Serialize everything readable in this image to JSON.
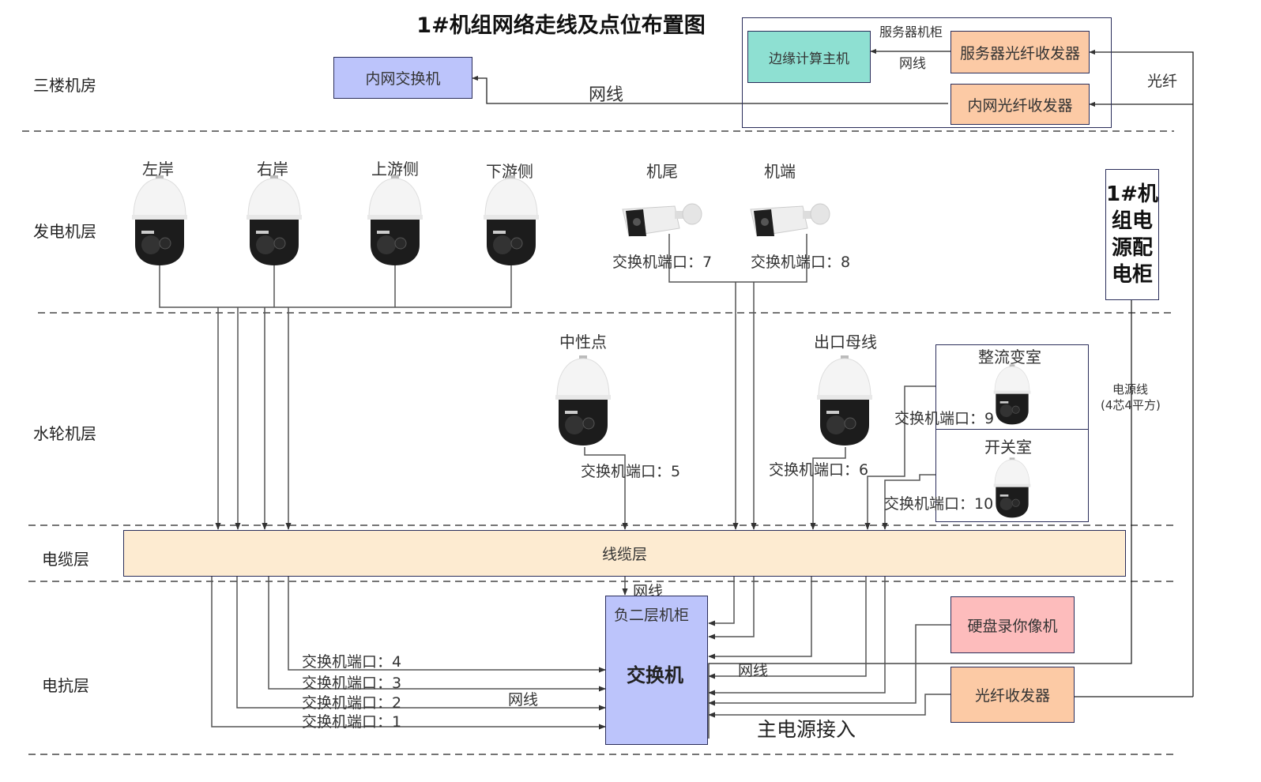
{
  "title": "1#机组网络走线及点位布置图",
  "floors": {
    "third_floor": "三楼机房",
    "generator": "发电机层",
    "turbine": "水轮机层",
    "cable": "电缆层",
    "reactor": "电抗层"
  },
  "third_floor": {
    "intranet_switch": "内网交换机",
    "network_cable_label": "网线",
    "server_cabinet": {
      "title": "服务器机柜",
      "edge_host": "边缘计算主机",
      "inner_cable_label": "网线",
      "server_fiber_transceiver": "服务器光纤收发器",
      "intranet_fiber_transceiver": "内网光纤收发器"
    },
    "fiber_label": "光纤"
  },
  "generator_cameras": [
    {
      "label": "左岸",
      "type": "dome"
    },
    {
      "label": "右岸",
      "type": "dome"
    },
    {
      "label": "上游侧",
      "type": "dome"
    },
    {
      "label": "下游侧",
      "type": "dome"
    },
    {
      "label": "机尾",
      "type": "bullet",
      "port": "交换机端口：7"
    },
    {
      "label": "机端",
      "type": "bullet",
      "port": "交换机端口：8"
    }
  ],
  "power_cabinet": {
    "label": "1#机组电源配电柜",
    "lines": [
      "1#机",
      "组电",
      "源配",
      "电柜"
    ],
    "power_cable_label": "电源线",
    "power_cable_spec": "(4芯4平方)"
  },
  "turbine_cameras": [
    {
      "label": "中性点",
      "port": "交换机端口：5"
    },
    {
      "label": "出口母线",
      "port": "交换机端口：6"
    }
  ],
  "rooms": [
    {
      "label": "整流变室",
      "port": "交换机端口：9"
    },
    {
      "label": "开关室",
      "port": "交换机端口：10"
    }
  ],
  "cable_layer": {
    "label": "线缆层"
  },
  "reactor": {
    "top_cable_label": "网线",
    "cabinet_title": "负二层机柜",
    "switch_label": "交换机",
    "ports": [
      "交换机端口：4",
      "交换机端口：3",
      "交换机端口：2",
      "交换机端口：1"
    ],
    "left_cable_label": "网线",
    "right_cable_label": "网线",
    "main_power": "主电源接入",
    "nvr": "硬盘录你像机",
    "fiber_transceiver": "光纤收发器"
  },
  "colors": {
    "switch_blue": "#bcc4fb",
    "edge_teal": "#8ee0d2",
    "transceiver_orange": "#fccaa5",
    "nvr_pink": "#fdbcbc",
    "cable_layer_bg": "#fdebd1",
    "border": "#2a2d5a"
  }
}
